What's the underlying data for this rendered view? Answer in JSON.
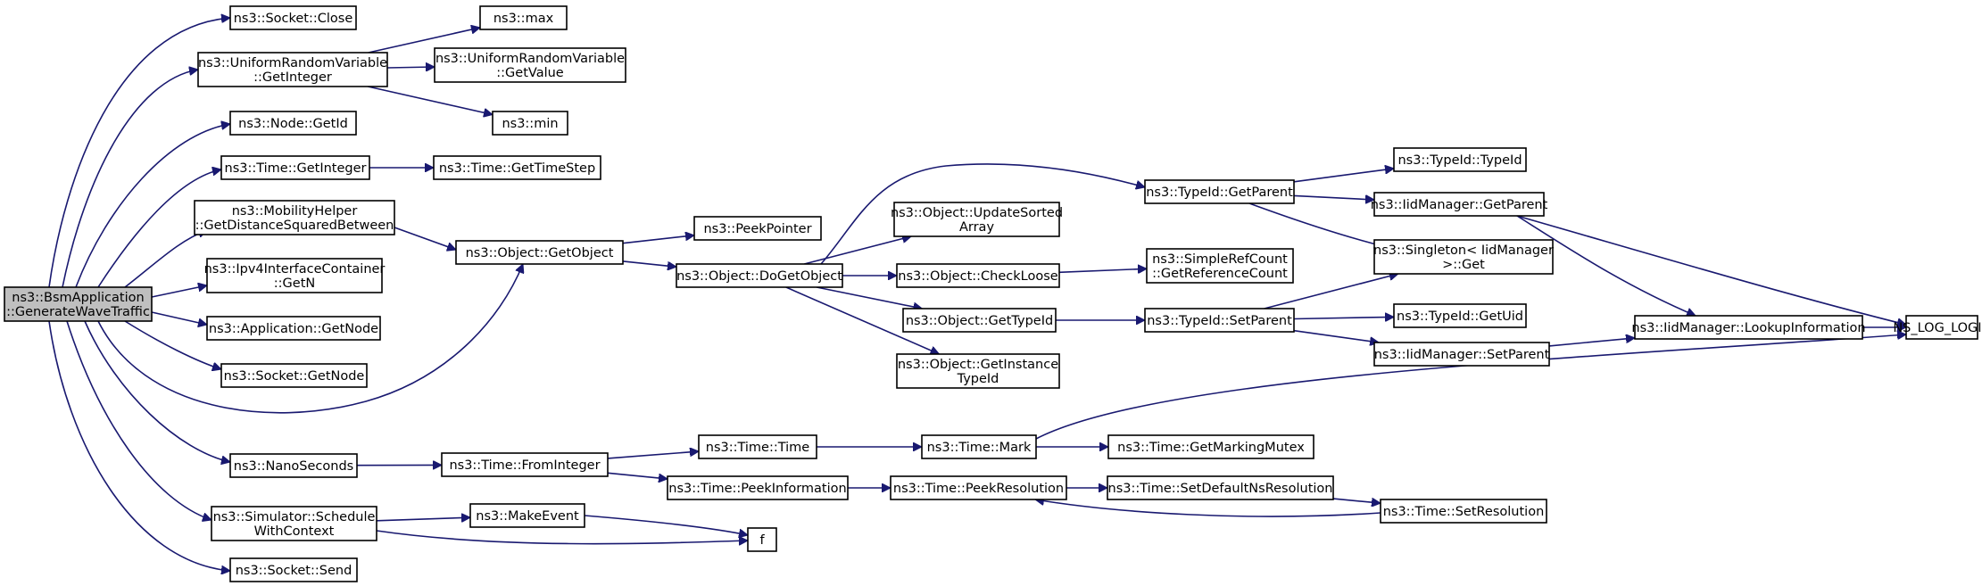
{
  "diagram": {
    "type": "call-graph",
    "colors": {
      "edge": "#191970",
      "root_fill": "#bfbfbf",
      "node_fill": "#ffffff"
    },
    "nodes": [
      {
        "id": "root",
        "lines": [
          "ns3::BsmApplication",
          "::GenerateWaveTraffic"
        ],
        "root": true
      },
      {
        "id": "sock_close",
        "lines": [
          "ns3::Socket::Close"
        ]
      },
      {
        "id": "urv_getint",
        "lines": [
          "ns3::UniformRandomVariable",
          "::GetInteger"
        ]
      },
      {
        "id": "node_getid",
        "lines": [
          "ns3::Node::GetId"
        ]
      },
      {
        "id": "time_getint",
        "lines": [
          "ns3::Time::GetInteger"
        ]
      },
      {
        "id": "mob_getdist",
        "lines": [
          "ns3::MobilityHelper",
          "::GetDistanceSquaredBetween"
        ]
      },
      {
        "id": "ipv4_getn",
        "lines": [
          "ns3::Ipv4InterfaceContainer",
          "::GetN"
        ]
      },
      {
        "id": "app_getnode",
        "lines": [
          "ns3::Application::GetNode"
        ]
      },
      {
        "id": "sock_getnode",
        "lines": [
          "ns3::Socket::GetNode"
        ]
      },
      {
        "id": "nanosec",
        "lines": [
          "ns3::NanoSeconds"
        ]
      },
      {
        "id": "sim_sched",
        "lines": [
          "ns3::Simulator::Schedule",
          "WithContext"
        ]
      },
      {
        "id": "sock_send",
        "lines": [
          "ns3::Socket::Send"
        ]
      },
      {
        "id": "max",
        "lines": [
          "ns3::max"
        ]
      },
      {
        "id": "urv_getval",
        "lines": [
          "ns3::UniformRandomVariable",
          "::GetValue"
        ]
      },
      {
        "id": "min",
        "lines": [
          "ns3::min"
        ]
      },
      {
        "id": "time_getstep",
        "lines": [
          "ns3::Time::GetTimeStep"
        ]
      },
      {
        "id": "obj_getobj",
        "lines": [
          "ns3::Object::GetObject"
        ]
      },
      {
        "id": "peekptr",
        "lines": [
          "ns3::PeekPointer"
        ]
      },
      {
        "id": "obj_dogetobj",
        "lines": [
          "ns3::Object::DoGetObject"
        ]
      },
      {
        "id": "obj_updsort",
        "lines": [
          "ns3::Object::UpdateSorted",
          "Array"
        ]
      },
      {
        "id": "obj_chkloose",
        "lines": [
          "ns3::Object::CheckLoose"
        ]
      },
      {
        "id": "obj_gettid",
        "lines": [
          "ns3::Object::GetTypeId"
        ]
      },
      {
        "id": "obj_getinst",
        "lines": [
          "ns3::Object::GetInstance",
          "TypeId"
        ]
      },
      {
        "id": "time_fromint",
        "lines": [
          "ns3::Time::FromInteger"
        ]
      },
      {
        "id": "time_time",
        "lines": [
          "ns3::Time::Time"
        ]
      },
      {
        "id": "time_peekinfo",
        "lines": [
          "ns3::Time::PeekInformation"
        ]
      },
      {
        "id": "makeevent",
        "lines": [
          "ns3::MakeEvent"
        ]
      },
      {
        "id": "f",
        "lines": [
          "f"
        ]
      },
      {
        "id": "tid_getparent",
        "lines": [
          "ns3::TypeId::GetParent"
        ]
      },
      {
        "id": "srefc_getref",
        "lines": [
          "ns3::SimpleRefCount",
          "::GetReferenceCount"
        ]
      },
      {
        "id": "tid_setparent",
        "lines": [
          "ns3::TypeId::SetParent"
        ]
      },
      {
        "id": "time_mark",
        "lines": [
          "ns3::Time::Mark"
        ]
      },
      {
        "id": "time_peekres",
        "lines": [
          "ns3::Time::PeekResolution"
        ]
      },
      {
        "id": "tid_typeid",
        "lines": [
          "ns3::TypeId::TypeId"
        ]
      },
      {
        "id": "iid_getparent",
        "lines": [
          "ns3::IidManager::GetParent"
        ]
      },
      {
        "id": "singleton_get",
        "lines": [
          "ns3::Singleton< IidManager",
          ">::Get"
        ]
      },
      {
        "id": "tid_getuid",
        "lines": [
          "ns3::TypeId::GetUid"
        ]
      },
      {
        "id": "iid_setparent",
        "lines": [
          "ns3::IidManager::SetParent"
        ]
      },
      {
        "id": "time_getmutex",
        "lines": [
          "ns3::Time::GetMarkingMutex"
        ]
      },
      {
        "id": "time_setdefres",
        "lines": [
          "ns3::Time::SetDefaultNsResolution"
        ]
      },
      {
        "id": "time_setres",
        "lines": [
          "ns3::Time::SetResolution"
        ]
      },
      {
        "id": "iid_lookup",
        "lines": [
          "ns3::IidManager::LookupInformation"
        ]
      },
      {
        "id": "ns_log_logic",
        "lines": [
          "NS_LOG_LOGIC"
        ]
      }
    ],
    "edges": [
      [
        "root",
        "sock_close"
      ],
      [
        "root",
        "urv_getint"
      ],
      [
        "root",
        "node_getid"
      ],
      [
        "root",
        "time_getint"
      ],
      [
        "root",
        "mob_getdist"
      ],
      [
        "root",
        "ipv4_getn"
      ],
      [
        "root",
        "app_getnode"
      ],
      [
        "root",
        "sock_getnode"
      ],
      [
        "root",
        "obj_getobj"
      ],
      [
        "root",
        "nanosec"
      ],
      [
        "root",
        "sim_sched"
      ],
      [
        "root",
        "sock_send"
      ],
      [
        "urv_getint",
        "max"
      ],
      [
        "urv_getint",
        "urv_getval"
      ],
      [
        "urv_getint",
        "min"
      ],
      [
        "time_getint",
        "time_getstep"
      ],
      [
        "mob_getdist",
        "obj_getobj"
      ],
      [
        "obj_getobj",
        "peekptr"
      ],
      [
        "obj_getobj",
        "obj_dogetobj"
      ],
      [
        "obj_dogetobj",
        "tid_getparent"
      ],
      [
        "obj_dogetobj",
        "obj_updsort"
      ],
      [
        "obj_dogetobj",
        "obj_chkloose"
      ],
      [
        "obj_dogetobj",
        "obj_gettid"
      ],
      [
        "obj_dogetobj",
        "obj_getinst"
      ],
      [
        "obj_chkloose",
        "srefc_getref"
      ],
      [
        "obj_gettid",
        "tid_setparent"
      ],
      [
        "tid_getparent",
        "tid_typeid"
      ],
      [
        "tid_getparent",
        "iid_getparent"
      ],
      [
        "tid_getparent",
        "singleton_get"
      ],
      [
        "tid_setparent",
        "singleton_get"
      ],
      [
        "tid_setparent",
        "tid_getuid"
      ],
      [
        "tid_setparent",
        "iid_setparent"
      ],
      [
        "iid_getparent",
        "iid_lookup"
      ],
      [
        "iid_getparent",
        "ns_log_logic"
      ],
      [
        "iid_setparent",
        "iid_lookup"
      ],
      [
        "iid_lookup",
        "ns_log_logic"
      ],
      [
        "nanosec",
        "time_fromint"
      ],
      [
        "time_fromint",
        "time_time"
      ],
      [
        "time_fromint",
        "time_peekinfo"
      ],
      [
        "time_time",
        "time_mark"
      ],
      [
        "time_mark",
        "time_getmutex"
      ],
      [
        "time_mark",
        "ns_log_logic"
      ],
      [
        "time_peekinfo",
        "time_peekres"
      ],
      [
        "time_peekres",
        "time_setdefres"
      ],
      [
        "time_setdefres",
        "time_setres"
      ],
      [
        "time_setres",
        "time_peekres"
      ],
      [
        "sim_sched",
        "makeevent"
      ],
      [
        "sim_sched",
        "f"
      ],
      [
        "makeevent",
        "f"
      ]
    ]
  }
}
